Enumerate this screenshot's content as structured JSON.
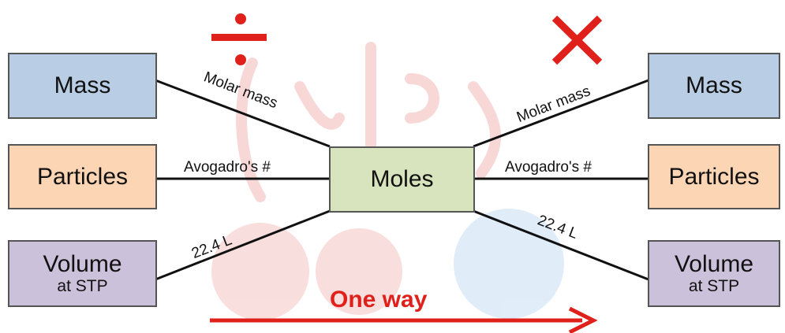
{
  "center": {
    "label": "Moles",
    "color": "#d7e4bd"
  },
  "left": {
    "operator": "÷",
    "operator_icon": "divide-icon",
    "mass_label": "Mass",
    "particles_label": "Particles",
    "volume_label": "Volume",
    "volume_sub": "at STP"
  },
  "right": {
    "operator": "×",
    "operator_icon": "multiply-icon",
    "mass_label": "Mass",
    "particles_label": "Particles",
    "volume_label": "Volume",
    "volume_sub": "at STP"
  },
  "edges": {
    "left_mass": "Molar mass",
    "left_particles": "Avogadro's #",
    "left_volume": "22.4 L",
    "right_mass": "Molar mass",
    "right_particles": "Avogadro's #",
    "right_volume": "22.4 L"
  },
  "arrow_label": "One way",
  "colors": {
    "mass": "#b9cde5",
    "particles": "#fcd5b5",
    "volume": "#ccc1da",
    "moles": "#d7e4bd",
    "accent_red": "#e0201b",
    "watermark": "#f2b8b6"
  }
}
